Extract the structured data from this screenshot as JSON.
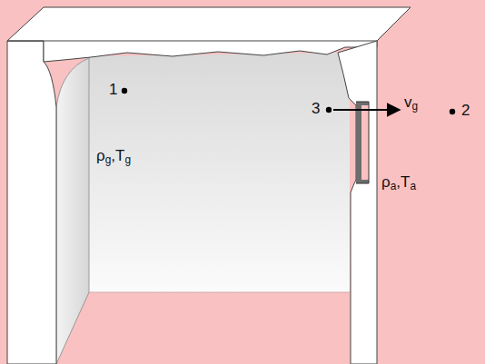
{
  "diagram": {
    "labels": [
      "1",
      "3",
      "vg",
      "2",
      "ρg,Tg",
      "ρa,Ta"
    ]
  }
}
